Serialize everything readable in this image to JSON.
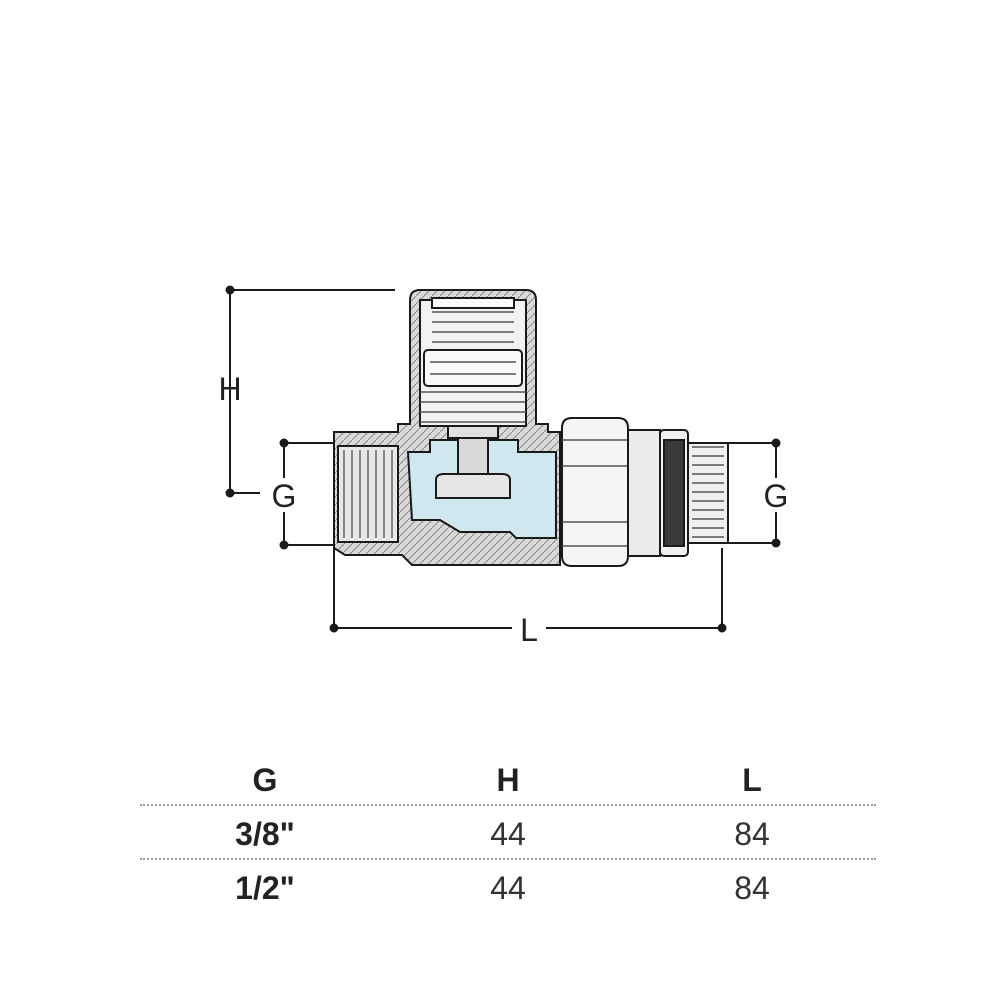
{
  "diagram": {
    "labels": {
      "height": "H",
      "left_thread": "G",
      "right_thread": "G",
      "length": "L"
    }
  },
  "table": {
    "headers": [
      "G",
      "H",
      "L"
    ],
    "rows": [
      {
        "g": "3/8\"",
        "h": "44",
        "l": "84"
      },
      {
        "g": "1/2\"",
        "h": "44",
        "l": "84"
      }
    ]
  },
  "colors": {
    "body_fill": "#d9d9d9",
    "water_fill": "#cfe8ef",
    "line": "#1a1a1a"
  }
}
